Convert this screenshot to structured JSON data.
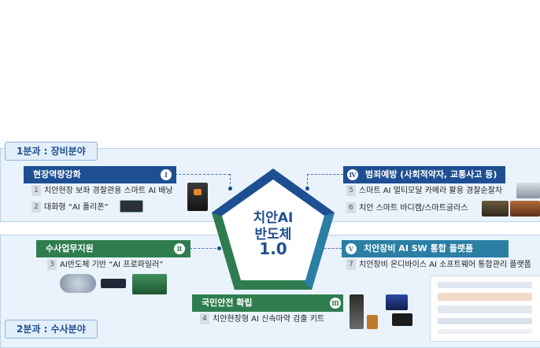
{
  "center": {
    "line1": "치안AI",
    "line2": "반도체",
    "line3": "1.0"
  },
  "divisions": {
    "division1": "1분과 : 장비분야",
    "division2": "2분과 : 수사분야"
  },
  "sections": {
    "field_capability": {
      "title": "현장역량강화",
      "roman": "Ⅰ",
      "items": [
        {
          "num": "1",
          "text": "치안현장 보좌 경찰관용 스마트 AI 배낭"
        },
        {
          "num": "2",
          "text": "대화형 “AI 폴리폰”"
        }
      ]
    },
    "investigation_support": {
      "title": "수사업무지원",
      "roman": "Ⅱ",
      "items": [
        {
          "num": "3",
          "text": "AI반도체 기반 “AI 프로파일러”"
        }
      ]
    },
    "public_safety": {
      "title": "국민안전 확립",
      "roman": "Ⅲ",
      "items": [
        {
          "num": "4",
          "text": "치안현장형 AI 신속마약 검출 키트"
        }
      ]
    },
    "crime_prevention": {
      "title": "범죄예방 (사회적약자, 교통사고 등)",
      "roman": "Ⅳ",
      "items": [
        {
          "num": "5",
          "text": "스마트 AI 멀티모달 카메라 활용 경찰순찰차"
        },
        {
          "num": "6",
          "text": "치안 스마트 바디캠/스마트글라스"
        }
      ]
    },
    "sw_platform": {
      "title": "치안장비 AI SW 통합 플랫폼",
      "roman": "Ⅴ",
      "items": [
        {
          "num": "7",
          "text": "치안장비 온디바이스 AI 소프트웨어 통합관리 플랫폼"
        }
      ]
    }
  },
  "colors": {
    "navy": "#1e4f93",
    "green": "#2f7d4f",
    "teal": "#2b7fa5",
    "panel": "#eaf3fb",
    "pentagon_border": "#2f7d4f"
  },
  "icons": {
    "backpack": "backpack-image",
    "polyphone": "smartphone-image",
    "profiler": "profiler-device-image",
    "drug_kit": "drug-test-kit-image",
    "patrol_car": "patrol-car-image",
    "bodycam": "bodycam-image",
    "platform": "platform-diagram-image"
  }
}
